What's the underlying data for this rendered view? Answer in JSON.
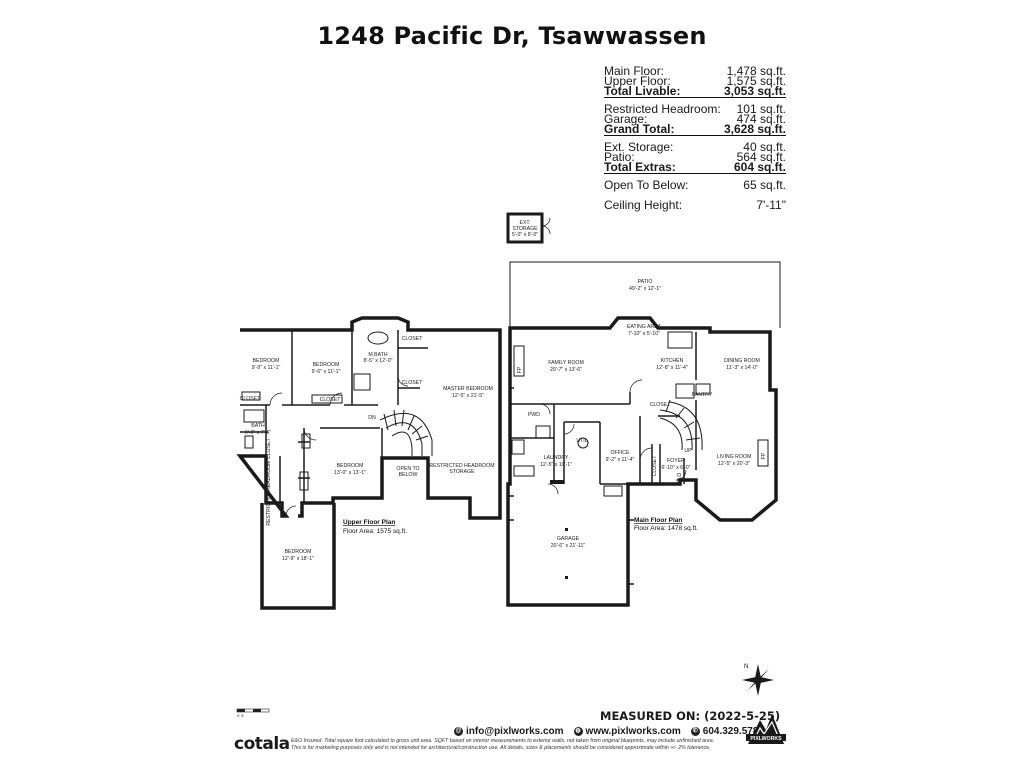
{
  "title": "1248 Pacific Dr, Tsawwassen",
  "areas": [
    {
      "label": "Main Floor:",
      "value": "1,478 sq.ft."
    },
    {
      "label": "Upper Floor:",
      "value": "1,575 sq.ft."
    },
    {
      "label": "Total Livable:",
      "value": "3,053 sq.ft."
    },
    {
      "label": "Restricted Headroom:",
      "value": "101 sq.ft."
    },
    {
      "label": "Garage:",
      "value": "474 sq.ft."
    },
    {
      "label": "Grand Total:",
      "value": "3,628 sq.ft."
    },
    {
      "label": "Ext. Storage:",
      "value": "40 sq.ft."
    },
    {
      "label": "Patio:",
      "value": "564 sq.ft."
    },
    {
      "label": "Total Extras:",
      "value": "604 sq.ft."
    },
    {
      "label": "Open To Below:",
      "value": "65 sq.ft."
    },
    {
      "label": "Ceiling Height:",
      "value": "7'-11\""
    }
  ],
  "upper_floor": {
    "plan_title": "Upper Floor Plan",
    "plan_area": "Floor Area: 1575 sq.ft.",
    "rooms": {
      "bedroom1": [
        "BEDROOM",
        "9'-9\" x 11'-1\""
      ],
      "bedroom2": [
        "BEDROOM",
        "9'-6\" x 11'-1\""
      ],
      "mbath": [
        "M.BATH",
        "8'-5\" x 12'-0\""
      ],
      "master": [
        "MASTER BEDROOM",
        "12'-5\" x 21'-5\""
      ],
      "bath": [
        "BATH",
        "6'-6\" x 7'-6\""
      ],
      "bedroom3": [
        "BEDROOM",
        "13'-0\" x 13'-1\""
      ],
      "open_below": [
        "OPEN TO",
        "BELOW"
      ],
      "restricted_storage": [
        "RESTRICTED HEADROOM",
        "STORAGE"
      ],
      "restricted_closet": "RESTRICTED HEADROOM CLOSET",
      "bedroom4": [
        "BEDROOM",
        "12'-9\" x 18'-1\""
      ],
      "closet": "CLOSET",
      "dn": "DN"
    }
  },
  "main_floor": {
    "plan_title": "Main Floor Plan",
    "plan_area": "Floor Area: 1478 sq.ft.",
    "rooms": {
      "ext_storage": [
        "EXT.",
        "STORAGE",
        "5'-0\" x 8'-0\""
      ],
      "patio": [
        "PATIO",
        "49'-2\" x 12'-1\""
      ],
      "eating": [
        "EATING AREA",
        "7'-10\" x 5'-10\""
      ],
      "family": [
        "FAMILY ROOM",
        "20'-7\" x 13'-6\""
      ],
      "kitchen": [
        "KITCHEN",
        "12'-8\" x 11'-4\""
      ],
      "dining": [
        "DINING ROOM",
        "11'-3\" x 14'-0\""
      ],
      "pwd": "PWD",
      "laundry": [
        "LAUNDRY",
        "12'-5\" x 10'-1\""
      ],
      "office": [
        "OFFICE",
        "9'-2\" x 11'-4\""
      ],
      "foyer": [
        "FOYER",
        "6'-10\" x 6'-0\""
      ],
      "living": [
        "LIVING ROOM",
        "12'-5\" x 20'-3\""
      ],
      "garage": [
        "GARAGE",
        "20'-6\" x 21'-11\""
      ],
      "pantry": "PANTRY",
      "util": "UTIL",
      "closet": "CLOSET",
      "clo": "CLO",
      "fp": "FP",
      "up": "UP"
    }
  },
  "footer": {
    "measured_on": "MEASURED ON: (2022-5-25)",
    "email": "info@pixlworks.com",
    "website": "www.pixlworks.com",
    "phone": "604.329.5788",
    "disclaimer_line1": "E&O Insured.  Total square foot calculated to gross unit area. SQFT based on interior measurements to exterior walls, not taken from original blueprints, may include unfinished area.",
    "disclaimer_line2": "This is for marketing purposes only and is not intended for architectural/construction use.  All details, sizes & placements should be considered approximate within +/- 2% tolerance.",
    "brand": "cotala",
    "logo_text": "PIXLWORKS",
    "compass_label": "N",
    "scale_label": "0'    5'"
  }
}
